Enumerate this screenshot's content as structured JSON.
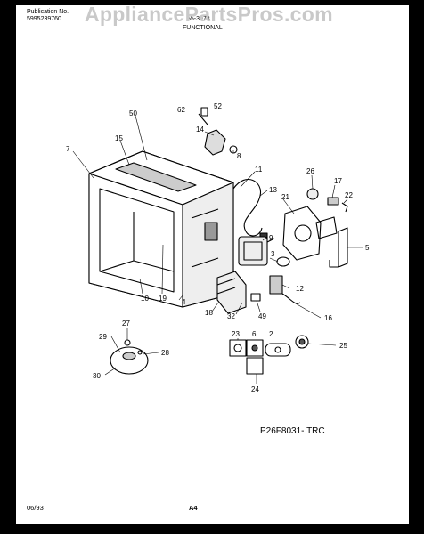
{
  "header": {
    "publication_label": "Publication No.",
    "publication_number": "5995239760",
    "model": "55-3978",
    "section": "FUNCTIONAL"
  },
  "watermark": "AppliancePartsPros.com",
  "diagram_code": "P26F8031- TRC",
  "footer": {
    "date": "06/93",
    "page": "A4"
  },
  "callouts": [
    "62",
    "52",
    "50",
    "14",
    "8",
    "7",
    "15",
    "11",
    "13",
    "26",
    "17",
    "22",
    "21",
    "5",
    "9",
    "3",
    "12",
    "16",
    "10",
    "19",
    "4",
    "18",
    "32",
    "49",
    "27",
    "29",
    "28",
    "30",
    "23",
    "6",
    "2",
    "25",
    "24"
  ]
}
